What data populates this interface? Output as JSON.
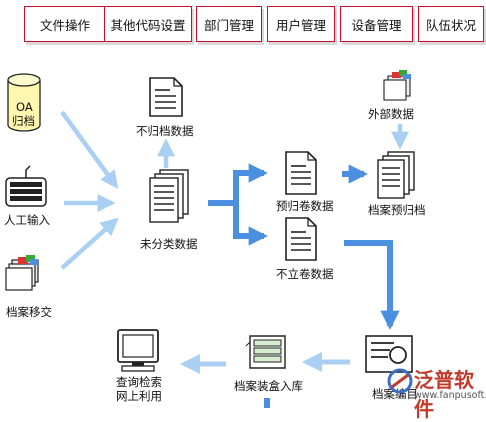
{
  "menu": [
    {
      "label": "文件操作"
    },
    {
      "label": "其他代码设置"
    },
    {
      "label": "部门管理"
    },
    {
      "label": "用户管理"
    },
    {
      "label": "设备管理"
    },
    {
      "label": "队伍状况"
    }
  ],
  "nodes": {
    "oa": "OA",
    "oa_sub": "归档",
    "manual_input": "人工输入",
    "transfer": "档案移交",
    "not_archive": "不归档数据",
    "unclassified": "未分类数据",
    "pre_volume": "预归卷数据",
    "no_volume": "不立卷数据",
    "external": "外部数据",
    "pre_archive": "档案预归档",
    "catalog": "档案编目",
    "boxing": "档案装盒入库",
    "query_line1": "查询检索",
    "query_line2": "网上利用"
  },
  "watermark": {
    "name": "泛普软件",
    "url": "www.fanpusoft.com"
  },
  "colors": {
    "tab_border": "#c8102e",
    "arrow_light": "#a9d0f2",
    "arrow_dark": "#4a8fe0"
  }
}
